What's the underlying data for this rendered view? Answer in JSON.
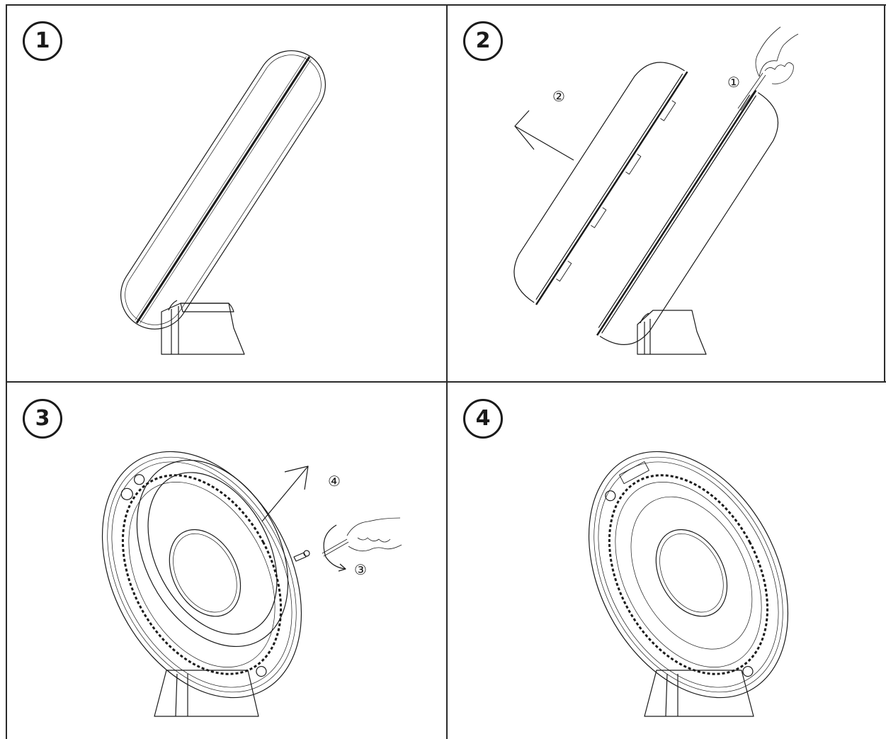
{
  "steps": [
    {
      "number": "1"
    },
    {
      "number": "2",
      "callouts": [
        "①",
        "②"
      ]
    },
    {
      "number": "3",
      "callouts": [
        "③",
        "④"
      ]
    },
    {
      "number": "4"
    }
  ],
  "colors": {
    "line": "#1a1a1a",
    "border": "#2a2a2a",
    "background": "#ffffff"
  },
  "icons": [
    "hand-with-screwdriver-icon",
    "arrow-icon",
    "rotation-arrow-icon",
    "screw-icon"
  ]
}
